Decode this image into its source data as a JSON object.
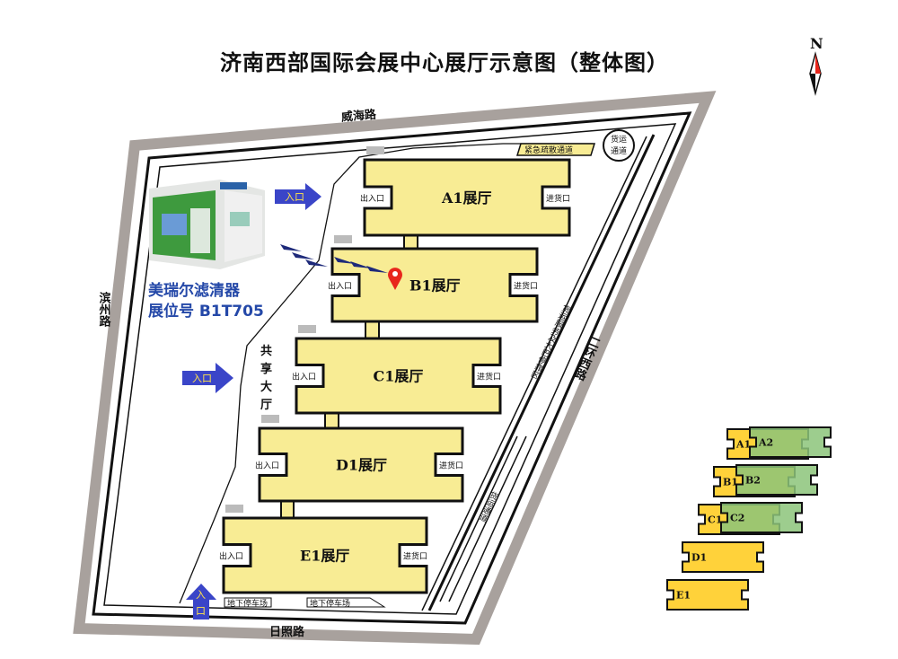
{
  "title": "济南西部国际会展中心展厅示意图（整体图）",
  "compass": "N",
  "roads": {
    "north": "威海路",
    "west": "滨州路",
    "east": "二环西路",
    "south": "日照路"
  },
  "halls": [
    {
      "name": "A1展厅",
      "left_door": "出入口",
      "right_door": "进货口"
    },
    {
      "name": "B1展厅",
      "left_door": "出入口",
      "right_door": "进货口"
    },
    {
      "name": "C1展厅",
      "left_door": "出入口",
      "right_door": "进货口"
    },
    {
      "name": "D1展厅",
      "left_door": "出入口",
      "right_door": "进货口"
    },
    {
      "name": "E1展厅",
      "left_door": "出入口",
      "right_door": "进货口"
    }
  ],
  "entrance_label": "入口",
  "entrance_label_top": "入",
  "entrance_label_bottom": "口",
  "shared_hall": [
    "共",
    "享",
    "大",
    "厅"
  ],
  "emergency_exit": "紧急疏散通道",
  "freight_channel": [
    "货运",
    "通道"
  ],
  "freight_parking": "货运服务及大巴停靠区",
  "freight_lane": "货运通道",
  "parking": [
    "地下停车场",
    "地下停车场"
  ],
  "exhibitor": {
    "name": "美瑞尔滤清器",
    "booth": "展位号 B1T705"
  },
  "mini_map": [
    "A1",
    "A2",
    "B1",
    "B2",
    "C1",
    "C2",
    "D1",
    "E1"
  ],
  "colors": {
    "hall": "#F8EC94",
    "road": "#A8A19D",
    "entrance": "#3A45C8",
    "pin": "#E8261C",
    "mini_yellow": "#FFD23A",
    "mini_green": "#8CC47A",
    "exhibitor_text": "#2448A8"
  }
}
